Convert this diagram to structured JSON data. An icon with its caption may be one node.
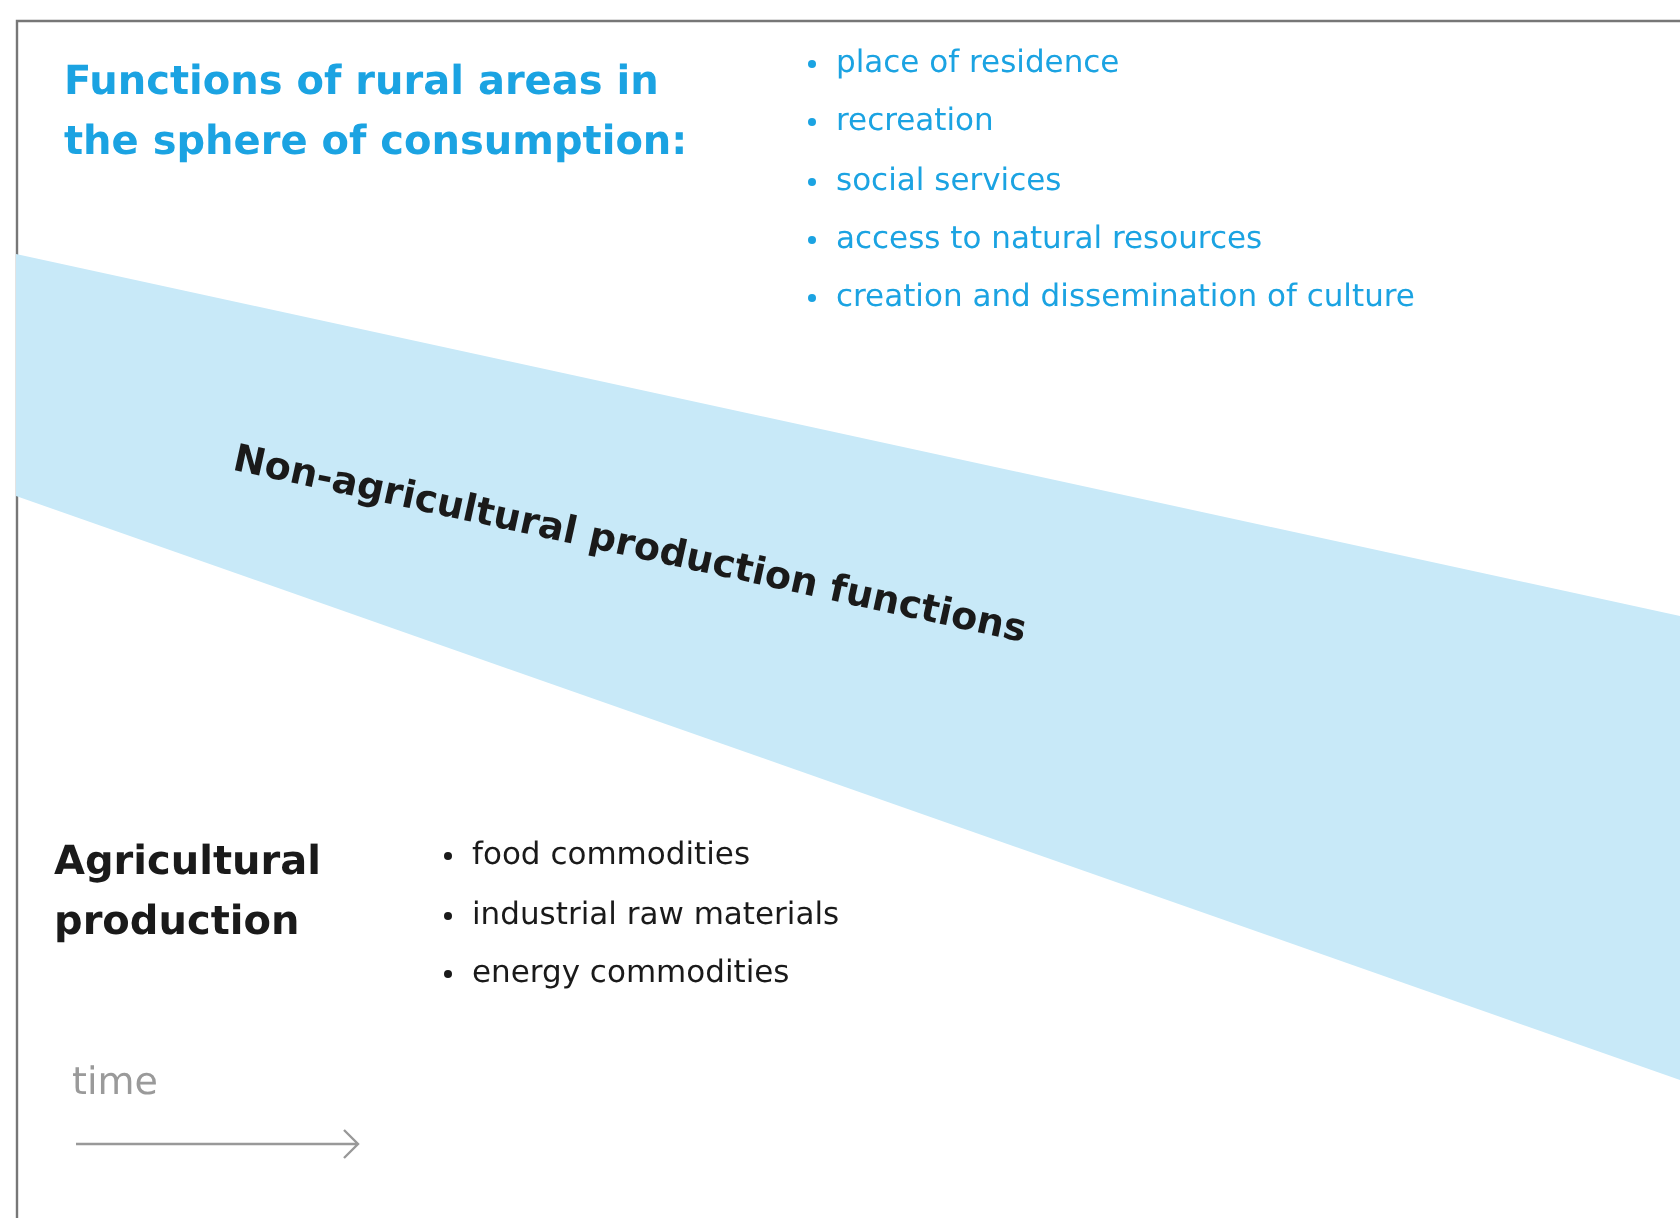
{
  "diagram": {
    "nodes": [
      {
        "text": [
          "Non-agricultural production functions"
        ]
      }
    ],
    "labels": [
      "Functions of rural areas in the sphere of consumption:",
      "place of residence",
      "recreation",
      "social services",
      "access to natural resources",
      "creation and dissemination of culture",
      "Agricultural production",
      "food commodities",
      "industrial raw materials",
      "energy commodities",
      "time"
    ]
  }
}
